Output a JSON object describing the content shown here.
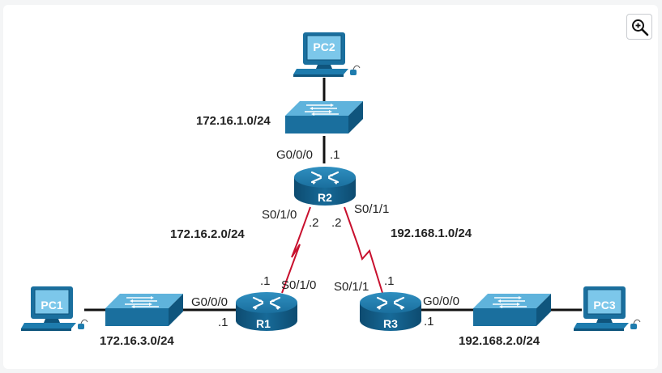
{
  "toolbar": {
    "zoom_icon": "zoom-in-icon"
  },
  "colors": {
    "cable": "#111111",
    "serial": "#c8102e",
    "device_blue": "#1e7cae",
    "device_dark": "#0f557d",
    "device_light": "#6ec1e4"
  },
  "devices": {
    "pc1": "PC1",
    "pc2": "PC2",
    "pc3": "PC3",
    "r1": "R1",
    "r2": "R2",
    "r3": "R3"
  },
  "networks": {
    "lan_r2": "172.16.1.0/24",
    "link_r1_r2": "172.16.2.0/24",
    "link_r2_r3": "192.168.1.0/24",
    "lan_r1": "172.16.3.0/24",
    "lan_r3": "192.168.2.0/24"
  },
  "interfaces": {
    "r2_g000": "G0/0/0",
    "r2_g000_host": ".1",
    "r2_s010": "S0/1/0",
    "r2_s010_host": ".2",
    "r2_s011": "S0/1/1",
    "r2_s011_host": ".2",
    "r1_g000": "G0/0/0",
    "r1_g000_host": ".1",
    "r1_s010": "S0/1/0",
    "r1_s010_host": ".1",
    "r3_s011": "S0/1/1",
    "r3_s011_host": ".1",
    "r3_g000": "G0/0/0",
    "r3_g000_host": ".1"
  }
}
